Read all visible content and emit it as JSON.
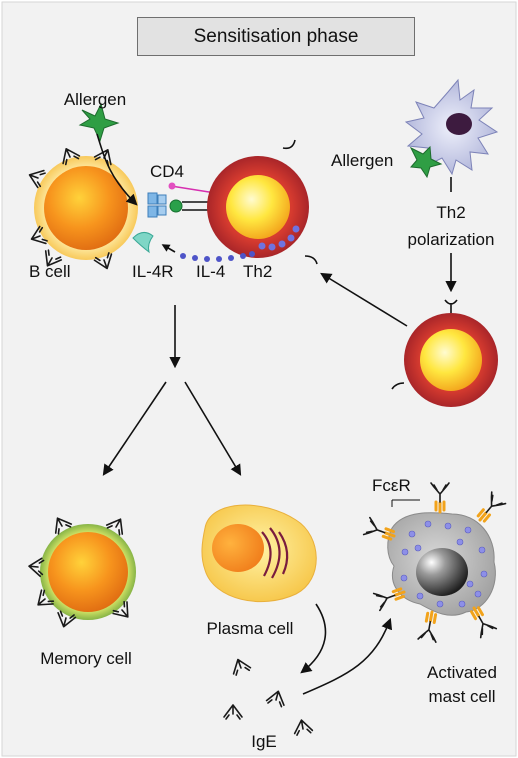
{
  "title": "Sensitisation phase",
  "labels": {
    "allergen_left": "Allergen",
    "cd4": "CD4",
    "b_cell": "B cell",
    "il4r": "IL-4R",
    "il4": "IL-4",
    "th2": "Th2",
    "allergen_right": "Allergen",
    "th2_polarization_line1": "Th2",
    "th2_polarization_line2": "polarization",
    "memory_cell": "Memory cell",
    "plasma_cell": "Plasma cell",
    "ige": "IgE",
    "fceri": "FcεR",
    "activated_line1": "Activated",
    "activated_line2": "mast cell"
  },
  "colors": {
    "page_background": "#f2f2f2",
    "title_box": "#e2e2e2",
    "cell_orange": "#f7941d",
    "cell_halo": "#fde08a",
    "th2_ring": "#b3272d",
    "memory_halo": "#a6c957",
    "dendritic_cell": "#c9cde6",
    "dendritic_nucleus": "#3d1b3f",
    "mast_cell": "#bdbdbd",
    "granule": "#7d7fd8",
    "allergen": "#2f9e44",
    "fc_receptor": "#f2a31b"
  }
}
